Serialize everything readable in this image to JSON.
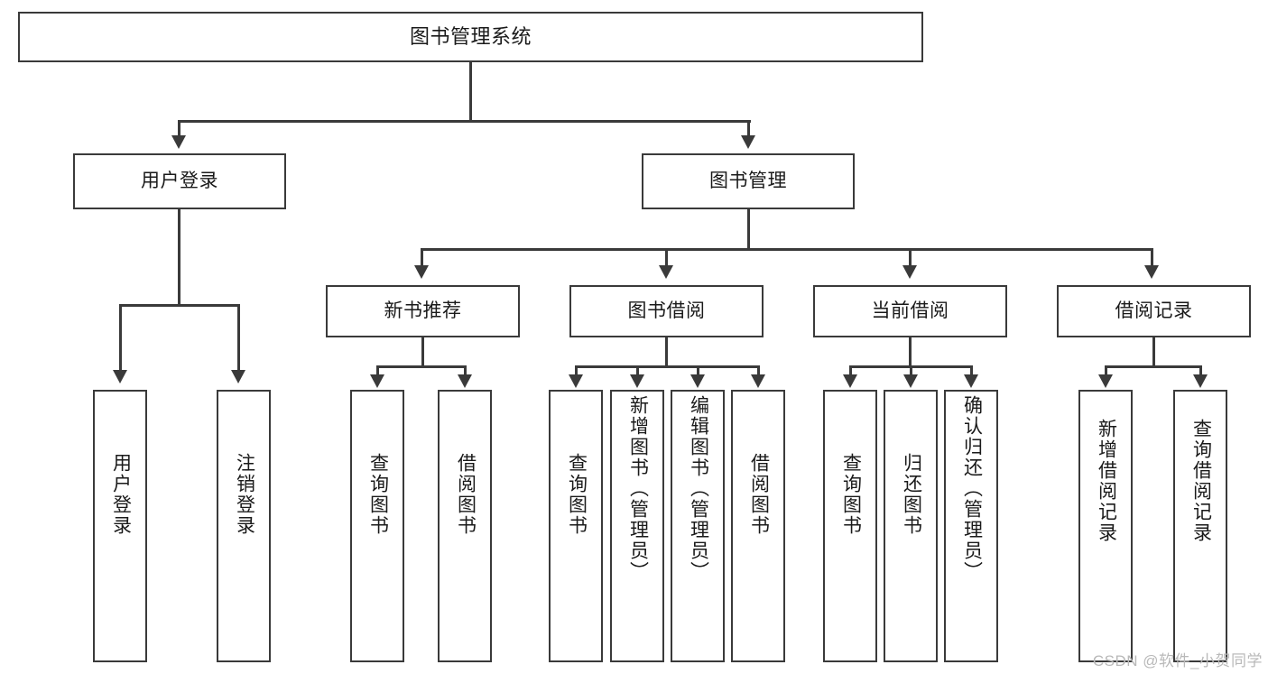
{
  "diagram": {
    "title": "图书管理系统",
    "type": "function-structure-tree",
    "colors": {
      "stroke": "#3a3a3a",
      "fill": "#ffffff",
      "text": "#1a1a1a",
      "watermark": "#b9b9b9"
    },
    "root": {
      "label": "图书管理系统"
    },
    "level2": [
      {
        "label": "用户登录"
      },
      {
        "label": "图书管理"
      }
    ],
    "level3": [
      {
        "label": "新书推荐"
      },
      {
        "label": "图书借阅"
      },
      {
        "label": "当前借阅"
      },
      {
        "label": "借阅记录"
      }
    ],
    "leaves": {
      "user_login": [
        {
          "label": "用户登录"
        },
        {
          "label": "注销登录"
        }
      ],
      "new_book": [
        {
          "label": "查询图书"
        },
        {
          "label": "借阅图书"
        }
      ],
      "book_borrow": [
        {
          "label": "查询图书"
        },
        {
          "label": "新增图书（管理员）"
        },
        {
          "label": "编辑图书（管理员）"
        },
        {
          "label": "借阅图书"
        }
      ],
      "current_borrow": [
        {
          "label": "查询图书"
        },
        {
          "label": "归还图书"
        },
        {
          "label": "确认归还（管理员）"
        }
      ],
      "borrow_record": [
        {
          "label": "新增借阅记录"
        },
        {
          "label": "查询借阅记录"
        }
      ]
    }
  },
  "watermark": {
    "text": "CSDN @软件_小贺同学"
  }
}
